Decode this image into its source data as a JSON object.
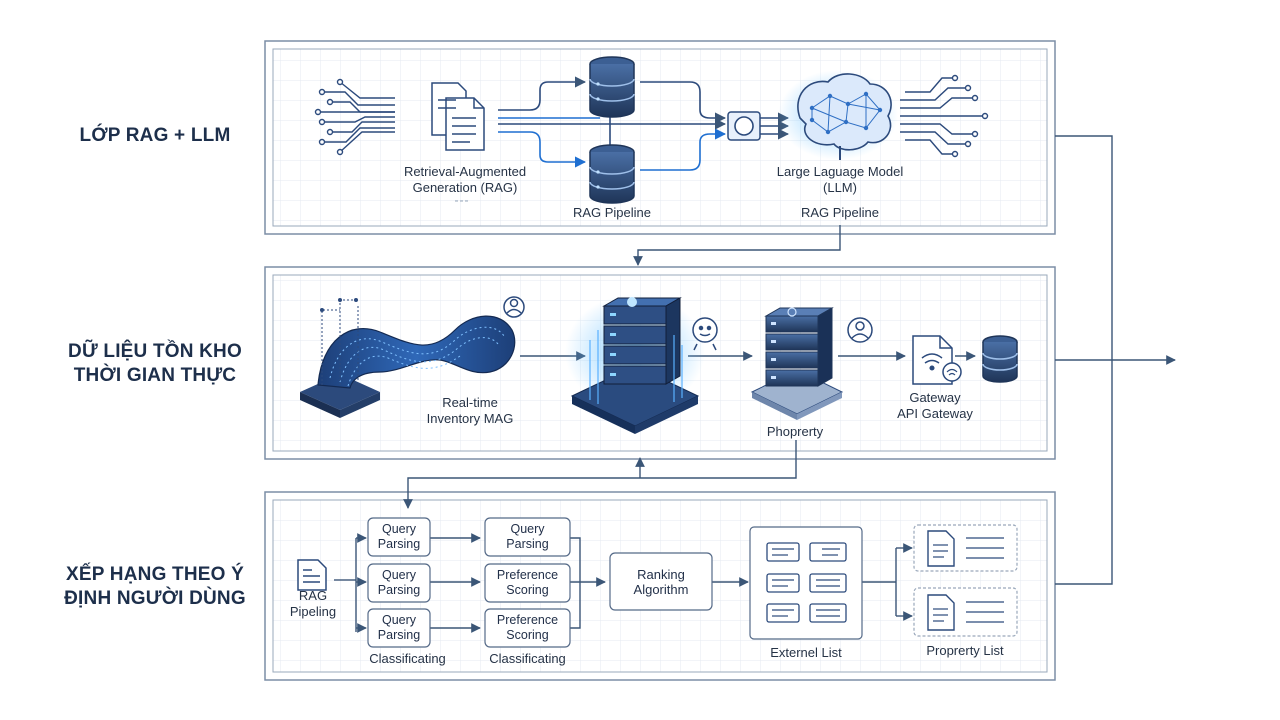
{
  "layers": [
    {
      "title_line1": "LỚP RAG + LLM",
      "title_line2": ""
    },
    {
      "title_line1": "DỮ LIỆU TỒN KHO",
      "title_line2": "THỜI GIAN THỰC"
    },
    {
      "title_line1": "XẾP HẠNG THEO Ý",
      "title_line2": "ĐỊNH NGƯỜI DÙNG"
    }
  ],
  "rag_layer": {
    "retrieval_line1": "Retrieval-Augmented",
    "retrieval_line2": "Generation (RAG)",
    "pipeline_label": "RAG Pipeline",
    "llm_line1": "Large Laguage Model",
    "llm_line2": "(LLM)",
    "llm_pipeline_label": "RAG Pipeline"
  },
  "inventory_layer": {
    "stream_line1": "Real-time",
    "stream_line2": "Inventory MAG",
    "property_label": "Phoprerty",
    "gateway_line1": "Gateway",
    "gateway_line2": "API Gateway"
  },
  "ranking_layer": {
    "source_line1": "RAG",
    "source_line2": "Pipeling",
    "col1": [
      {
        "line1": "Query",
        "line2": "Parsing"
      },
      {
        "line1": "Query",
        "line2": "Parsing"
      },
      {
        "line1": "Query",
        "line2": "Parsing"
      }
    ],
    "col2": [
      {
        "line1": "Query",
        "line2": "Parsing"
      },
      {
        "line1": "Preference",
        "line2": "Scoring"
      },
      {
        "line1": "Preference",
        "line2": "Scoring"
      }
    ],
    "col1_caption": "Classificating",
    "col2_caption": "Classificating",
    "ranking_line1": "Ranking",
    "ranking_line2": "Algorithm",
    "external_list_label": "Externel List",
    "property_list_label": "Proprerty List"
  },
  "colors": {
    "frame": "#7c8da6",
    "arrow": "#3b5677",
    "accent": "#1f6fd1",
    "dark_blue": "#2c4a7c",
    "grid": "#e4eaf2"
  }
}
